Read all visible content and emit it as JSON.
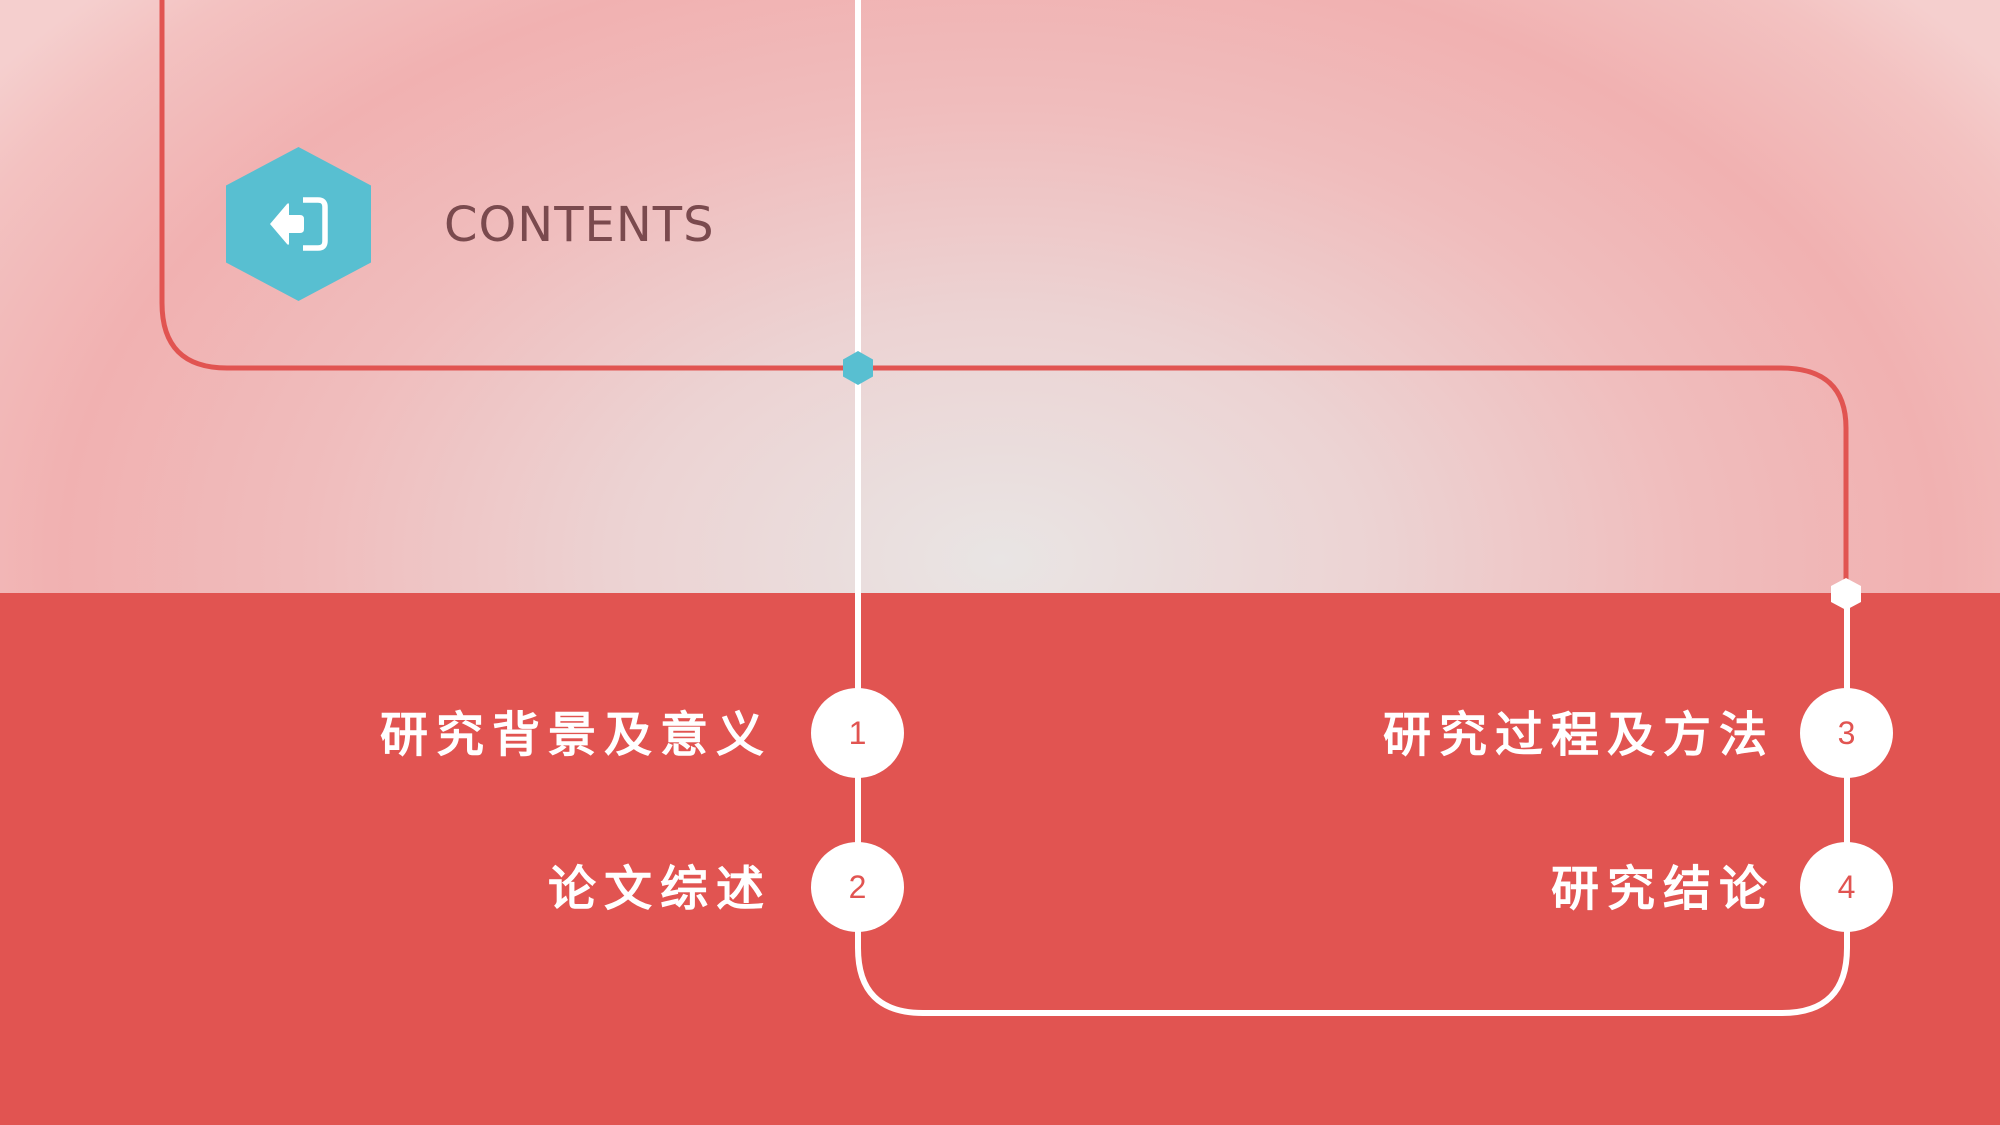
{
  "slide": {
    "title": "CONTENTS",
    "badge_icon": "exit-arrow-icon",
    "colors": {
      "accent_red": "#e15451",
      "accent_blue": "#58bfd1",
      "title_text": "#7a4a4e",
      "bg_center": "#e9e5e4",
      "bg_pink": "#f1b1b1"
    }
  },
  "items": [
    {
      "number": "1",
      "label": "研究背景及意义"
    },
    {
      "number": "2",
      "label": "论文综述"
    },
    {
      "number": "3",
      "label": "研究过程及方法"
    },
    {
      "number": "4",
      "label": "研究结论"
    }
  ]
}
